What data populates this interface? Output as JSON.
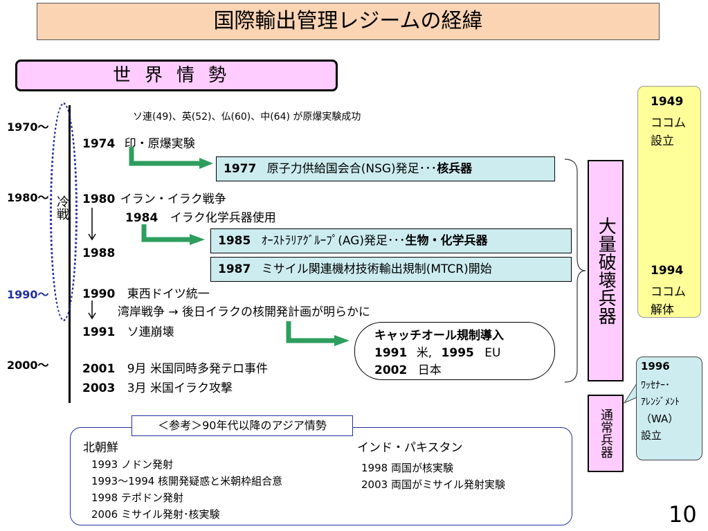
{
  "title": "国際輸出管理レジームの経緯",
  "world_label": "世界情勢",
  "decades": {
    "d1970": "1970〜",
    "d1980": "1980〜",
    "d1990": "1990〜",
    "d2000": "2000〜"
  },
  "cold_war": "冷戦",
  "events": {
    "nuclear_tests": "ソ連(49)、英(52)、仏(60)、中(64) が原爆実験成功",
    "e1974_year": "1974",
    "e1974_text": "印・原爆実験",
    "e1980_year": "1980",
    "e1980_text": "イラン・イラク戦争",
    "e1984_year": "1984",
    "e1984_text": "イラク化学兵器使用",
    "e1988_year": "1988",
    "e1990_year": "1990",
    "e1990_text": "東西ドイツ統一",
    "gulf_war": "湾岸戦争 →  後日イラクの核開発計画が明らかに",
    "e1991_year": "1991",
    "e1991_text": "ソ連崩壊",
    "e2001_year": "2001",
    "e2001_text": "9月  米国同時多発テロ事件",
    "e2003_year": "2003",
    "e2003_text": "3月  米国イラク攻撃"
  },
  "regimes": {
    "nsg_year": "1977",
    "nsg_text": "原子力供給国会合(NSG)発足･･･",
    "nsg_tag": "核兵器",
    "ag_year": "1985",
    "ag_text": "ｵｰｽﾄﾗﾘｱｸﾞﾙｰﾌﾟ(AG)発足･･･",
    "ag_tag": "生物・化学兵器",
    "mtcr_year": "1987",
    "mtcr_text": "ミサイル関連機材技術輸出規制(MTCR)開始"
  },
  "catch_all": {
    "title": "キャッチオール規制導入",
    "y1991": "1991",
    "us": "米,",
    "y1995": "1995",
    "eu": "EU",
    "y2002": "2002",
    "jp": "日本"
  },
  "wmd_label": "大量破壊兵器",
  "conventional_label": "通常兵器",
  "cocom": {
    "y1949": "1949",
    "cocom1": "ココム",
    "established": "設立",
    "y1994": "1994",
    "cocom2": "ココム",
    "dissolved": "解体"
  },
  "wassenaar": {
    "year": "1996",
    "line1": "ﾜｯｾﾅｰ･",
    "line2": "ｱﾚﾝｼﾞﾒﾝﾄ",
    "line3": "（WA）",
    "line4": "設立"
  },
  "asia": {
    "ref_label": "＜参考＞90年代以降のアジア情勢",
    "nk_title": "北朝鮮",
    "nk_items": [
      "1993  ノドン発射",
      "1993〜1994  核開発疑惑と米朝枠組合意",
      "1998  テポドン発射",
      "2006  ミサイル発射･核実験"
    ],
    "ip_title": "インド・パキスタン",
    "ip_items": [
      "1998  両国が核実験",
      "2003  両国がミサイル発射実験"
    ]
  },
  "page_number": "10",
  "colors": {
    "title_bg": "#fbd4b4",
    "pink": "#ffccff",
    "regime_bg": "#ccecf0",
    "cocom_bg": "#ffff99",
    "arrow": "#2e9e5e",
    "decade_1990": "#2030a0"
  }
}
